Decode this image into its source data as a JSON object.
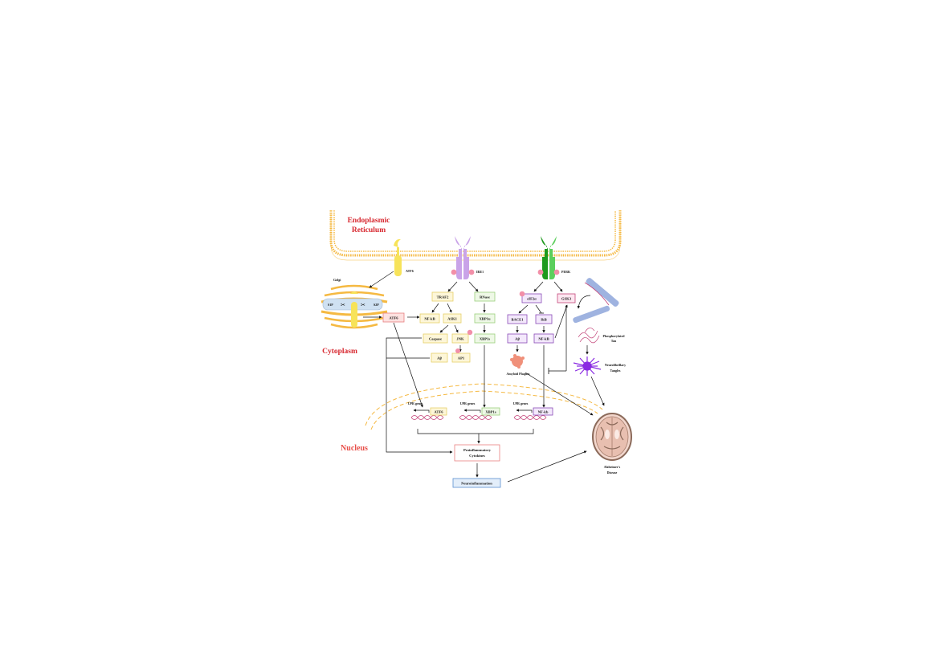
{
  "labels": {
    "er_title_line1": "Endoplasmic",
    "er_title_line2": "Reticulum",
    "cytoplasm": "Cytoplasm",
    "nucleus": "Nucleus",
    "golgi": "Golgi",
    "s1p": "S1P",
    "s2p": "S2P",
    "atf6_receptor": "ATF6",
    "ire1": "IRE1",
    "perk": "PERK",
    "amyloid_plaques": "Amyloid Plaques",
    "phospho_tau_line1": "Phosphorylated",
    "phospho_tau_line2": "Tau",
    "nft_line1": "Neurofibrillary",
    "nft_line2": "Tangles",
    "alzheimers_line1": "Alzheimer's",
    "alzheimers_line2": "Disease"
  },
  "boxes": {
    "atf6": "ATF6",
    "traf2": "TRAF2",
    "rnase": "RNase",
    "nfkb_left": "NF-kB",
    "ask1": "ASK1",
    "xbp1u": "XBP1u",
    "caspase": "Caspase",
    "jnk": "JNK",
    "xbp1s": "XBP1s",
    "abeta_left": "Aβ",
    "ap1": "AP1",
    "eif2a": "eIF2α",
    "gsk3": "GSK3",
    "bace1": "BACE1",
    "ikb": "IkB",
    "abeta_right": "Aβ",
    "nfkb_right": "NF-kB"
  },
  "genes": [
    {
      "title": "UPR genes",
      "tf": "ATF6"
    },
    {
      "title": "UPR genes",
      "tf": "XBP1s"
    },
    {
      "title": "UPR genes",
      "tf": "NF-kb"
    }
  ],
  "outputs": {
    "cytokines_line1": "Proinflammatory",
    "cytokines_line2": "Cytokines",
    "neuroinflammation": "Neuroinflammation"
  },
  "colors": {
    "membrane": "#f5b942",
    "atf6_yellow": "#f7e35a",
    "ire1_purple": "#c9a3e8",
    "perk_green": "#3cb43c",
    "phospho_pink": "#f28fa8",
    "red_label": "#d7262e",
    "amyloid": "#f0907a",
    "tangle": "#8a2be2"
  }
}
